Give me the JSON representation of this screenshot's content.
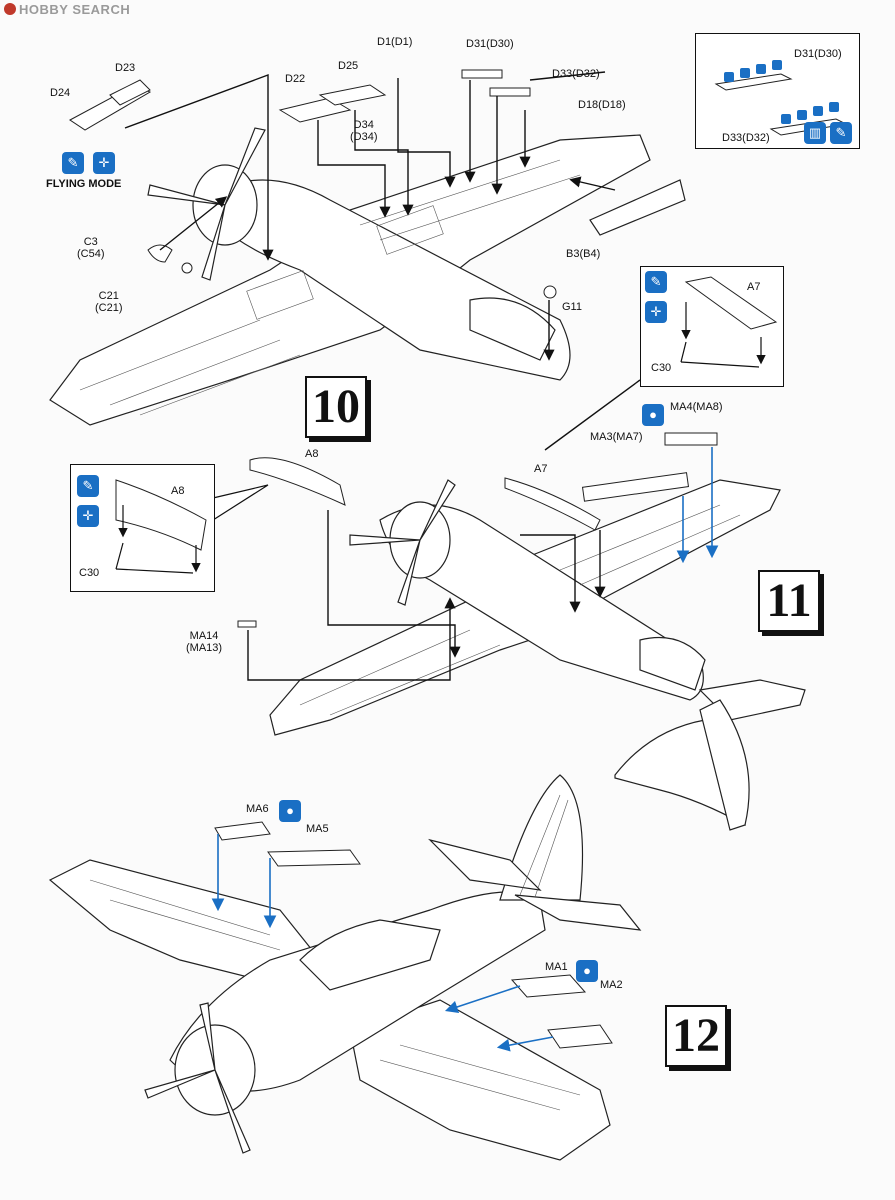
{
  "watermark": "HOBBY SEARCH",
  "steps": {
    "s10": "10",
    "s11": "11",
    "s12": "12"
  },
  "labels": {
    "d23": "D23",
    "d24": "D24",
    "d22": "D22",
    "d25": "D25",
    "d1": "D1(D1)",
    "d34": "D34",
    "d34b": "(D34)",
    "d31": "D31(D30)",
    "d33": "D33(D32)",
    "d18": "D18(D18)",
    "inset_d31": "D31(D30)",
    "inset_d33": "D33(D32)",
    "c3": "C3",
    "c3b": "(C54)",
    "c21": "C21",
    "c21b": "(C21)",
    "b3": "B3(B4)",
    "g11": "G11",
    "flying_mode": "FLYING MODE",
    "a7_inset": "A7",
    "c30_inset1": "C30",
    "ma4": "MA4(MA8)",
    "ma3": "MA3(MA7)",
    "a7": "A7",
    "a8": "A8",
    "a8_inset": "A8",
    "c30_inset2": "C30",
    "ma14": "MA14",
    "ma14b": "(MA13)",
    "ma6": "MA6",
    "ma5": "MA5",
    "ma1": "MA1",
    "ma2": "MA2"
  },
  "colors": {
    "accent_blue": "#1a6fc4",
    "line": "#111111",
    "airframe_fill": "#ffffff"
  },
  "icons": [
    "glue-icon",
    "paint-icon",
    "flying-mode-icon",
    "decal-icon",
    "sand-icon"
  ]
}
